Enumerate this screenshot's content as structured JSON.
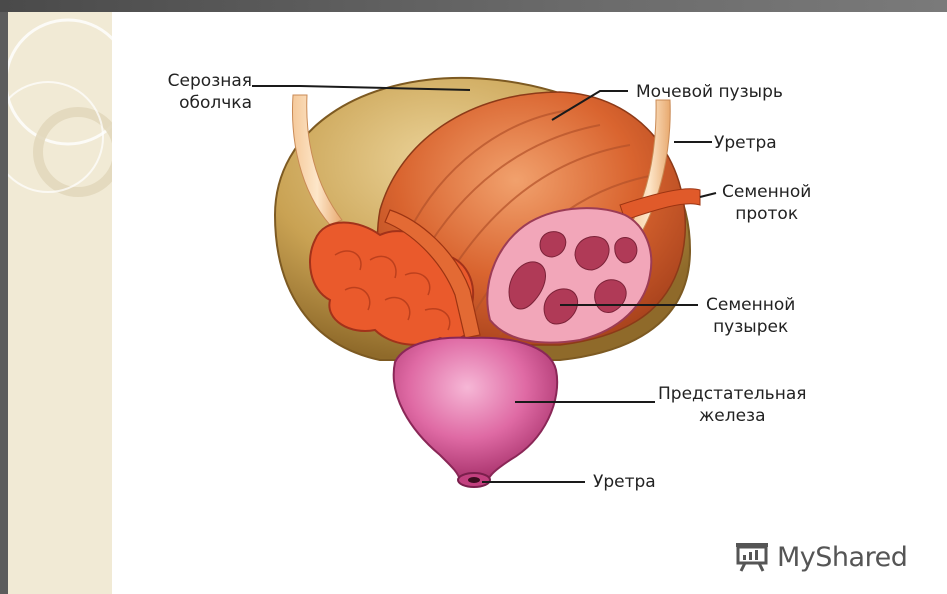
{
  "labels": {
    "serous": "Серозная\nоболчка",
    "bladder": "Мочевой пузырь",
    "urethra_top": "Уретра",
    "seminal_duct": "Семенной\nпроток",
    "seminal_vesicle": "Семенной\nпузырек",
    "prostate": "Предстательная\nжелеза",
    "urethra_bottom": "Уретра"
  },
  "logo": {
    "text": "MyShared",
    "icon": "presentation-board-icon"
  },
  "colors": {
    "serous": "#c9a253",
    "muscle": "#d9642f",
    "vesicle": "#c96a86",
    "prostate": "#df6aa4",
    "side_strip": "#f1ead5",
    "frame": "#5c5c5c"
  }
}
